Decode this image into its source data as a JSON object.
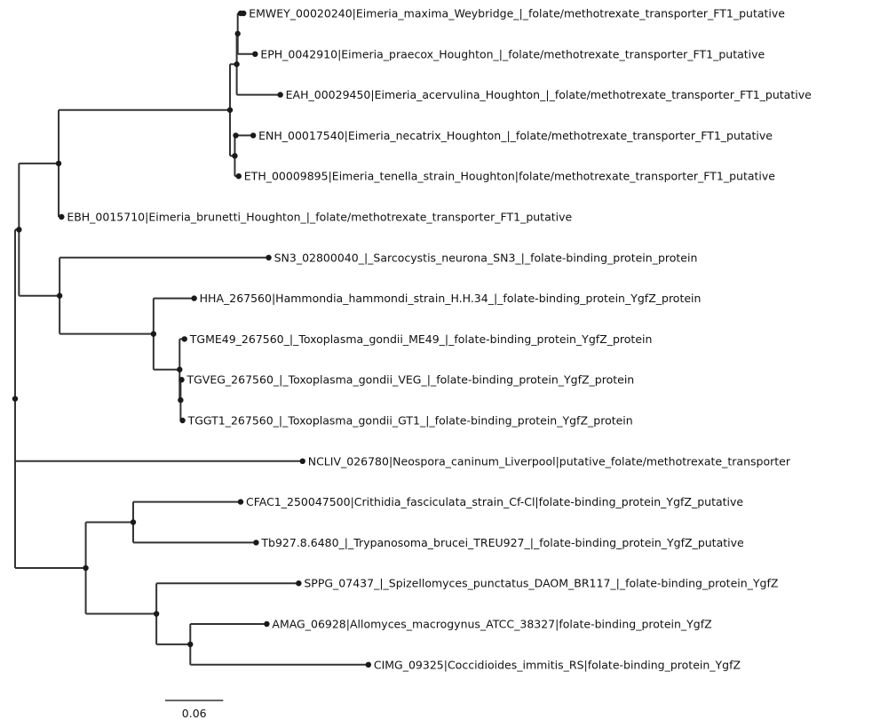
{
  "tree": {
    "leaves": [
      {
        "id": "L1",
        "label": "EMWEY_00020240|Eimeria_maxima_Weybridge_|_folate/methotrexate_transporter_FT1_putative"
      },
      {
        "id": "L2",
        "label": "EPH_0042910|Eimeria_praecox_Houghton_|_folate/methotrexate_transporter_FT1_putative"
      },
      {
        "id": "L3",
        "label": "EAH_00029450|Eimeria_acervulina_Houghton_|_folate/methotrexate_transporter_FT1_putative"
      },
      {
        "id": "L4",
        "label": "ENH_00017540|Eimeria_necatrix_Houghton_|_folate/methotrexate_transporter_FT1_putative"
      },
      {
        "id": "L5",
        "label": "ETH_00009895|Eimeria_tenella_strain_Houghton|folate/methotrexate_transporter_FT1_putative"
      },
      {
        "id": "L6",
        "label": "EBH_0015710|Eimeria_brunetti_Houghton_|_folate/methotrexate_transporter_FT1_putative"
      },
      {
        "id": "L7",
        "label": "SN3_02800040_|_Sarcocystis_neurona_SN3_|_folate-binding_protein_protein"
      },
      {
        "id": "L8",
        "label": "HHA_267560|Hammondia_hammondi_strain_H.H.34_|_folate-binding_protein_YgfZ_protein"
      },
      {
        "id": "L9",
        "label": "TGME49_267560_|_Toxoplasma_gondii_ME49_|_folate-binding_protein_YgfZ_protein"
      },
      {
        "id": "L10",
        "label": "TGVEG_267560_|_Toxoplasma_gondii_VEG_|_folate-binding_protein_YgfZ_protein"
      },
      {
        "id": "L11",
        "label": "TGGT1_267560_|_Toxoplasma_gondii_GT1_|_folate-binding_protein_YgfZ_protein"
      },
      {
        "id": "L12",
        "label": "NCLIV_026780|Neospora_caninum_Liverpool|putative_folate/methotrexate_transporter"
      },
      {
        "id": "L13",
        "label": "CFAC1_250047500|Crithidia_fasciculata_strain_Cf-Cl|folate-binding_protein_YgfZ_putative"
      },
      {
        "id": "L14",
        "label": "Tb927.8.6480_|_Trypanosoma_brucei_TREU927_|_folate-binding_protein_YgfZ_putative"
      },
      {
        "id": "L15",
        "label": "SPPG_07437_|_Spizellomyces_punctatus_DAOM_BR117_|_folate-binding_protein_YgfZ"
      },
      {
        "id": "L16",
        "label": "AMAG_06928|Allomyces_macrogynus_ATCC_38327|folate-binding_protein_YgfZ"
      },
      {
        "id": "L17",
        "label": "CIMG_09325|Coccidioides_immitis_RS|folate-binding_protein_YgfZ"
      }
    ],
    "edges": [
      {
        "parent": "ROOT",
        "child": "A",
        "length": 0.004
      },
      {
        "parent": "ROOT",
        "child": "L12",
        "length": 0.297
      },
      {
        "parent": "ROOT",
        "child": "B",
        "length": 0.073
      },
      {
        "parent": "A",
        "child": "C",
        "length": 0.041
      },
      {
        "parent": "A",
        "child": "D",
        "length": 0.042
      },
      {
        "parent": "C",
        "child": "E",
        "length": 0.177
      },
      {
        "parent": "C",
        "child": "L6",
        "length": 0.003
      },
      {
        "parent": "E",
        "child": "F",
        "length": 0.007
      },
      {
        "parent": "E",
        "child": "G",
        "length": 0.005
      },
      {
        "parent": "F",
        "child": "H",
        "length": 0.001
      },
      {
        "parent": "F",
        "child": "L3",
        "length": 0.045
      },
      {
        "parent": "H",
        "child": "I",
        "length": 0.003
      },
      {
        "parent": "H",
        "child": "L2",
        "length": 0.018
      },
      {
        "parent": "I",
        "child": "L1",
        "length": 0.003
      },
      {
        "parent": "G",
        "child": "J",
        "length": 0.001
      },
      {
        "parent": "G",
        "child": "L5",
        "length": 0.004
      },
      {
        "parent": "J",
        "child": "L4",
        "length": 0.018
      },
      {
        "parent": "D",
        "child": "L7",
        "length": 0.216
      },
      {
        "parent": "D",
        "child": "K",
        "length": 0.097
      },
      {
        "parent": "K",
        "child": "L8",
        "length": 0.042
      },
      {
        "parent": "K",
        "child": "M",
        "length": 0.027
      },
      {
        "parent": "M",
        "child": "L9",
        "length": 0.005
      },
      {
        "parent": "M",
        "child": "N",
        "length": 0.001
      },
      {
        "parent": "N",
        "child": "L10",
        "length": 0.001
      },
      {
        "parent": "N",
        "child": "L11",
        "length": 0.002
      },
      {
        "parent": "B",
        "child": "O",
        "length": 0.049
      },
      {
        "parent": "B",
        "child": "P",
        "length": 0.073
      },
      {
        "parent": "O",
        "child": "L13",
        "length": 0.111
      },
      {
        "parent": "O",
        "child": "L14",
        "length": 0.127
      },
      {
        "parent": "P",
        "child": "L15",
        "length": 0.147
      },
      {
        "parent": "P",
        "child": "Q",
        "length": 0.035
      },
      {
        "parent": "Q",
        "child": "L16",
        "length": 0.079
      },
      {
        "parent": "Q",
        "child": "L17",
        "length": 0.184
      }
    ],
    "scale_bar": {
      "length": 0.06,
      "label": "0.06"
    }
  }
}
